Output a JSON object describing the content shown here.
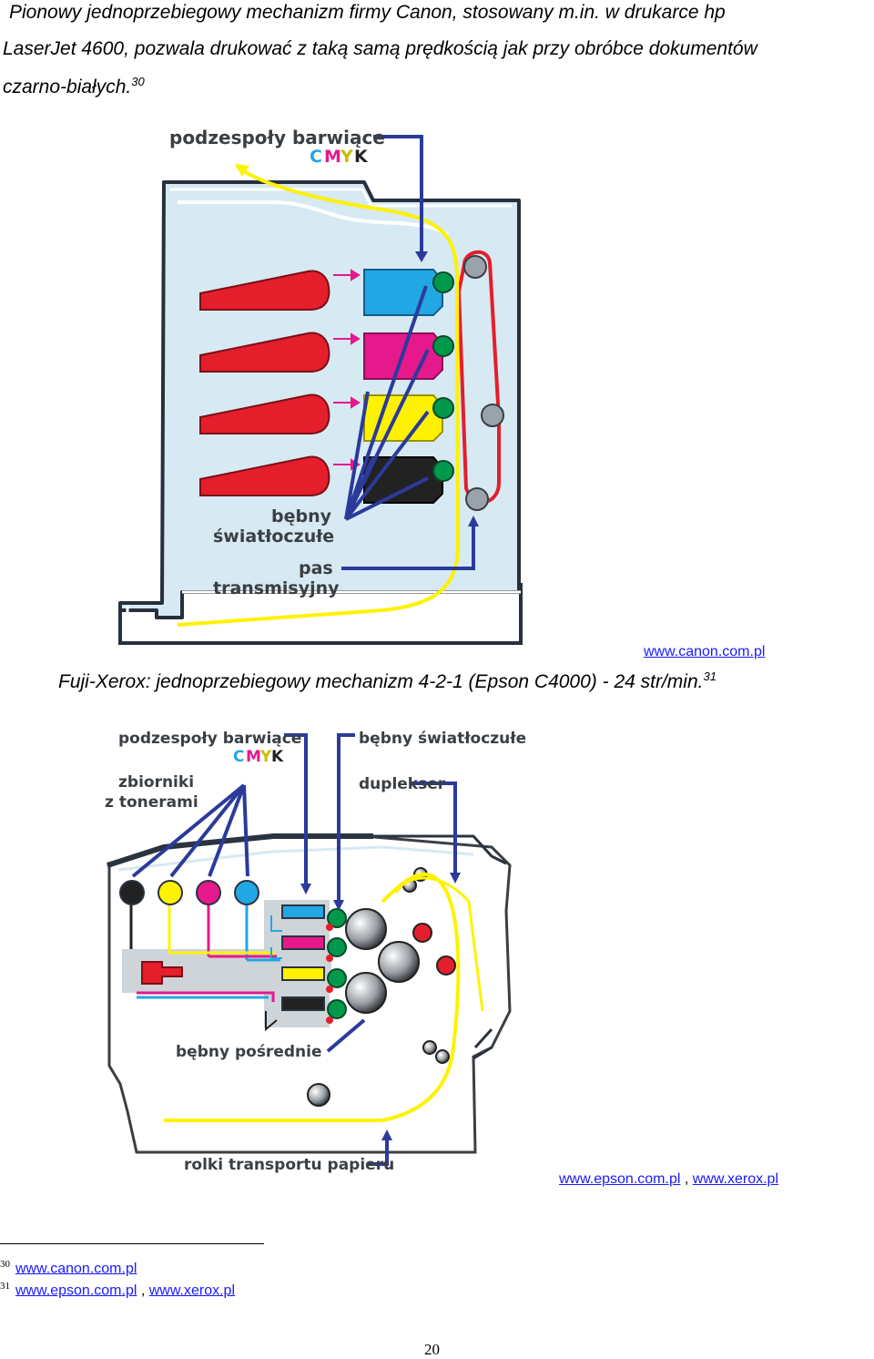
{
  "intro": {
    "line1": "Pionowy jednoprzebiegowy mechanizm firmy Canon, stosowany m.in. w drukarce hp",
    "line2": "LaserJet 4600, pozwala drukować z taką samą prędkością jak przy obróbce dokumentów",
    "line3": "czarno-białych.",
    "ref": "30"
  },
  "figure1": {
    "label_units": "podzespoły barwiące",
    "label_c": "C",
    "label_m": "M",
    "label_y": "Y",
    "label_k": "K",
    "label_drums_1": "bębny",
    "label_drums_2": "światłoczułe",
    "label_belt_1": "pas",
    "label_belt_2": "transmisyjny",
    "source": "www.canon.com.pl"
  },
  "caption2": {
    "text": "Fuji-Xerox: jednoprzebiegowy mechanizm 4-2-1 (Epson C4000) - 24 str/min.",
    "ref": "31"
  },
  "figure2": {
    "label_units": "podzespoły barwiące",
    "label_c": "C",
    "label_m": "M",
    "label_y": "Y",
    "label_k": "K",
    "label_drums": "bębny światłoczułe",
    "label_toner_1": "zbiorniki",
    "label_toner_2": "z tonerami",
    "label_duplex": "duplekser",
    "label_intermediate": "bębny pośrednie",
    "label_rollers": "rolki transportu papieru",
    "source_a": "www.epson.com.pl",
    "source_sep": ",",
    "source_b": "www.xerox.pl"
  },
  "footnotes": [
    {
      "num": "30",
      "link": "www.canon.com.pl"
    },
    {
      "num": "31",
      "link_a": "www.epson.com.pl",
      "sep": ",",
      "link_b": "www.xerox.pl"
    }
  ],
  "page_number": "20",
  "colors": {
    "cyan": "#22a6e4",
    "magenta": "#e5198c",
    "yellow": "#fff200",
    "black": "#222222",
    "red": "#e41e2b",
    "green": "#00994c",
    "arrow_blue": "#2b3a9b",
    "panel": "#d7e9f2"
  }
}
